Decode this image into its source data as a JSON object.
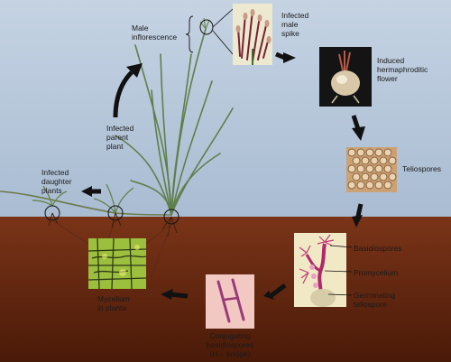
{
  "labels": {
    "male_inflorescence": "Male\ninflorescence",
    "infected_male_spike": "Infected\nmale\nspike",
    "induced_hermaphroditic_flower": "Induced\nhermaphroditic\nflower",
    "teliospores": "Teliospores",
    "infected_parent_plant": "Infected\nparent\nplant",
    "infected_daughter_plants": "Infected\ndaughter\nplants",
    "basidiospores": "Basidiospores",
    "promycelium": "Promycelium",
    "germinating_teliospore": "Germinating\nteliospore",
    "mycelium_in_planta": "Mycelium\nin planta",
    "conjugating_basidiospores": "Conjugating\nbasidiospores\n(H – bridge)"
  },
  "colors": {
    "sky_top": "#c5d3e3",
    "sky_bottom": "#a9bcd2",
    "soil_top": "#7a3418",
    "soil_bottom": "#4a1a08",
    "arrow": "#111111",
    "plant": "#5f7f4a"
  }
}
